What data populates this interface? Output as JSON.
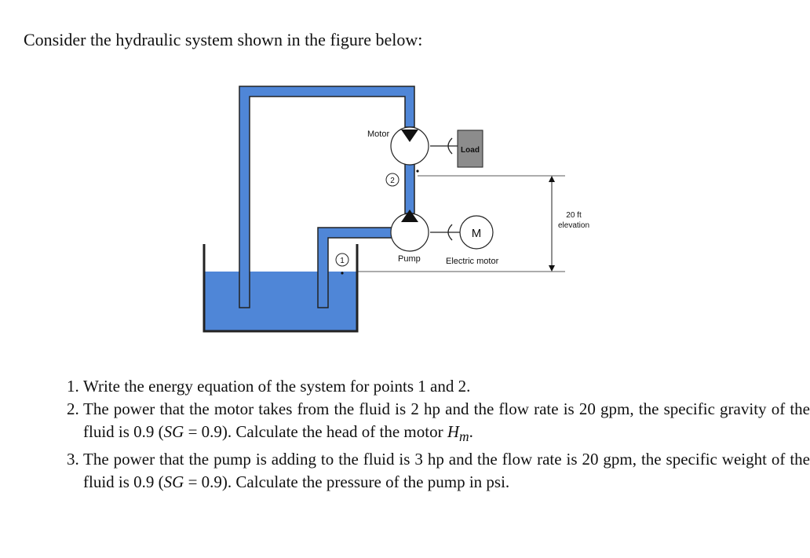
{
  "intro": "Consider the hydraulic system shown in the figure below:",
  "diagram": {
    "labels": {
      "motor": "Motor",
      "load": "Load",
      "point2": "2",
      "point1": "1",
      "electric_m": "M",
      "pump": "Pump",
      "electric_motor": "Electric motor",
      "elevation_line1": "20 ft",
      "elevation_line2": "elevation"
    },
    "colors": {
      "pipe_fill": "#4f86d7",
      "pipe_stroke": "#222222",
      "fluid": "#4f86d7",
      "load_box": "#8c8c8c"
    }
  },
  "questions": [
    {
      "text": "Write the energy equation of the system for points 1 and 2."
    },
    {
      "text_a": "The power that the motor takes from the fluid is 2 hp and the flow rate is 20 gpm, the specific gravity of the fluid is 0.9 (",
      "math_a": "SG",
      "text_b": " = 0.9). Calculate the head of the motor ",
      "math_b": "H",
      "sub_b": "m",
      "text_c": "."
    },
    {
      "text_a": "The power that the pump is adding to the fluid is 3 hp and the flow rate is 20 gpm, the specific weight of the fluid is 0.9 (",
      "math_a": "SG",
      "text_b": " = 0.9). Calculate the pressure of the pump in psi."
    }
  ]
}
